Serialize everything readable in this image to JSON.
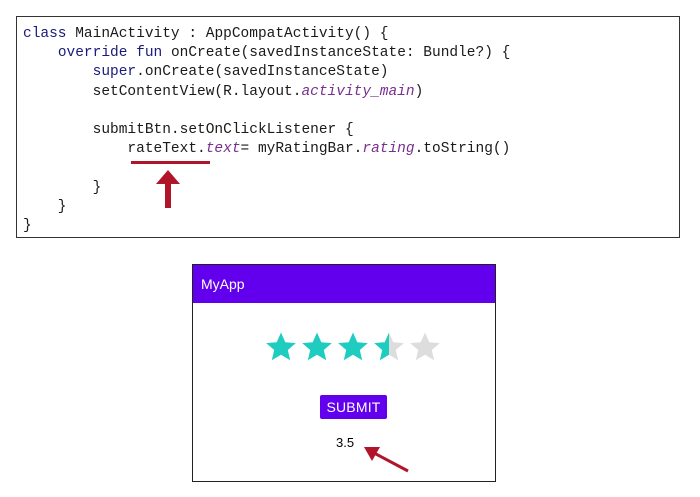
{
  "code": {
    "lines": [
      [
        {
          "t": "class",
          "c": "kw"
        },
        {
          "t": " MainActivity : AppCompatActivity() {"
        }
      ],
      [
        {
          "t": "    "
        },
        {
          "t": "override",
          "c": "kw"
        },
        {
          "t": " "
        },
        {
          "t": "fun",
          "c": "kw"
        },
        {
          "t": " onCreate(savedInstanceState: Bundle?) {"
        }
      ],
      [
        {
          "t": "        "
        },
        {
          "t": "super",
          "c": "kw"
        },
        {
          "t": ".onCreate(savedInstanceState)"
        }
      ],
      [
        {
          "t": "        setContentView(R.layout."
        },
        {
          "t": "activity_main",
          "c": "prop"
        },
        {
          "t": ")"
        }
      ],
      [],
      [
        {
          "t": "        submitBtn.setOnClickListener {"
        }
      ],
      [
        {
          "t": "            rateText."
        },
        {
          "t": "text",
          "c": "prop"
        },
        {
          "t": "= myRatingBar."
        },
        {
          "t": "rating",
          "c": "prop"
        },
        {
          "t": ".toString()"
        }
      ],
      [],
      [
        {
          "t": "        }"
        }
      ],
      [
        {
          "t": "    }"
        }
      ],
      [
        {
          "t": "}"
        }
      ]
    ]
  },
  "app": {
    "title": "MyApp",
    "rating": {
      "value": 3.5,
      "max": 5
    },
    "submit_label": "SUBMIT",
    "rate_text": "3.5"
  },
  "colors": {
    "app_bar": "#6200ee",
    "star_filled": "#1ecdbf",
    "star_empty": "#dddddd",
    "annotation": "#b0152a"
  }
}
